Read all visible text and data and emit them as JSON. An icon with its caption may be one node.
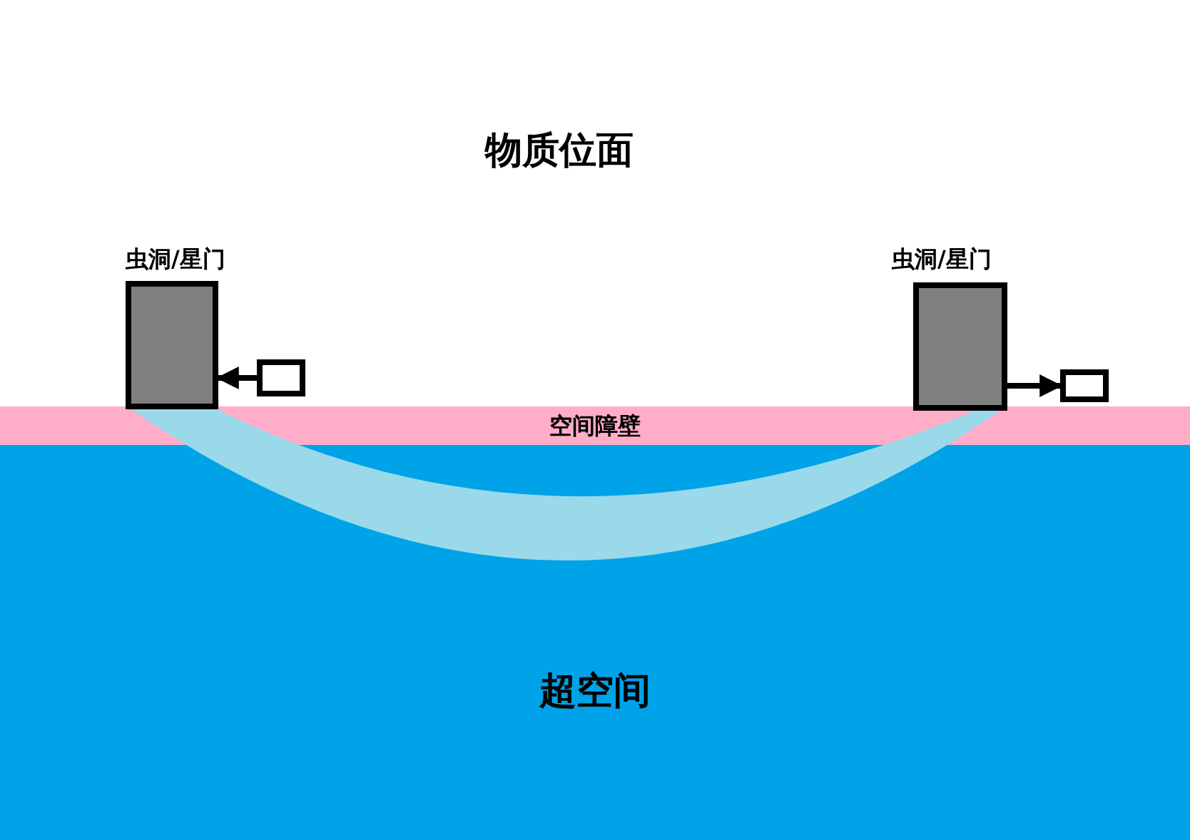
{
  "diagram": {
    "nodes": [
      {
        "text": [
          "空间障壁"
        ]
      },
      {
        "text": [
          "超空间"
        ]
      },
      {
        "text": [
          "虫洞/星门"
        ]
      },
      {
        "text": [],
        "shape": "box"
      },
      {
        "text": [
          "虫洞/星门"
        ]
      },
      {
        "text": [],
        "shape": "box"
      }
    ],
    "edges": [
      {
        "from": 3,
        "to": 2,
        "arrow": "to"
      },
      {
        "from": 4,
        "to": 5,
        "arrow": "to"
      }
    ],
    "labels": [
      "物质位面"
    ]
  }
}
